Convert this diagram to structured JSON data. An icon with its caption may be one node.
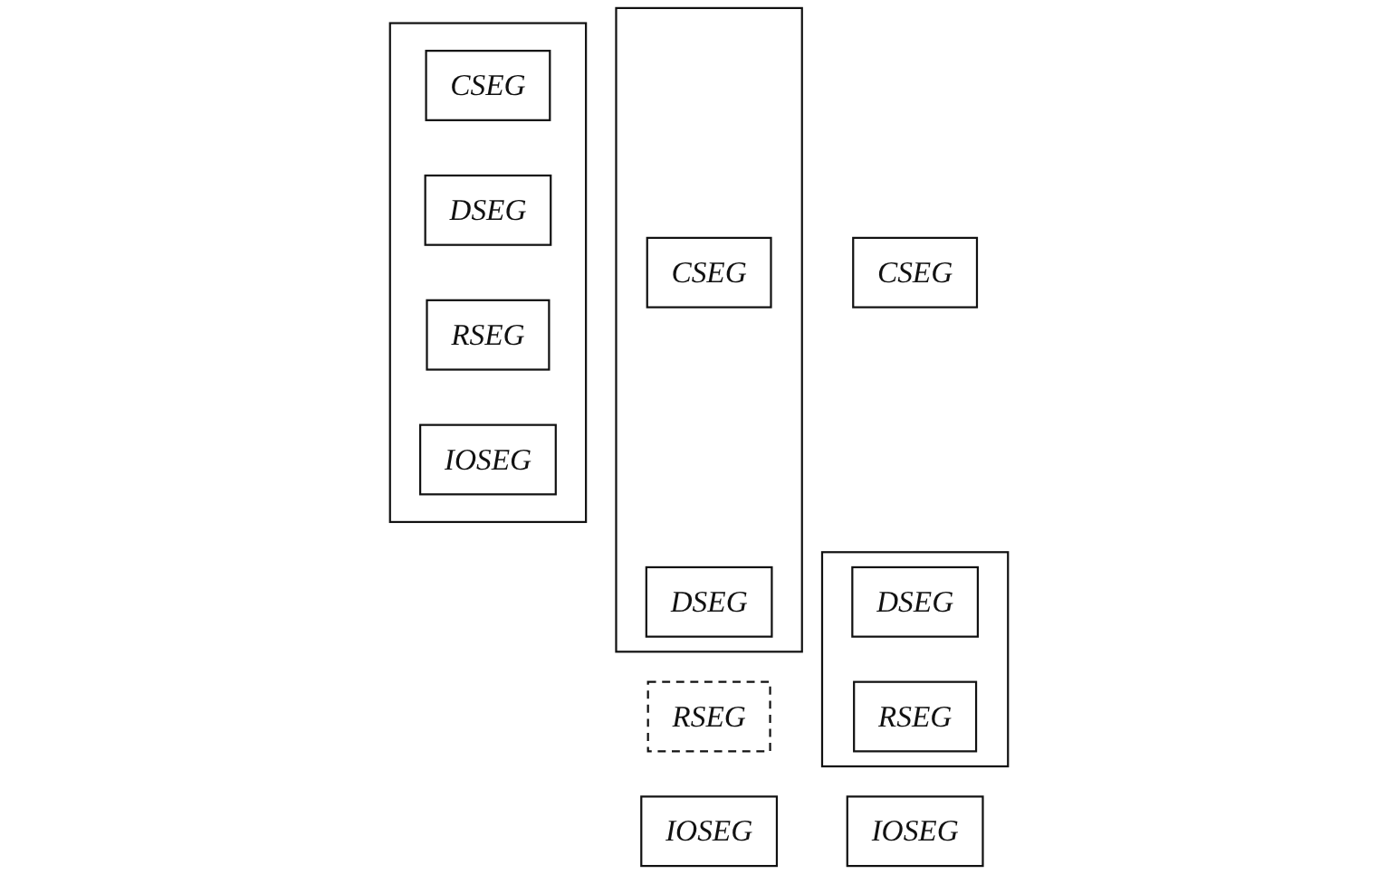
{
  "diagram": {
    "nodes": [
      {
        "text": [],
        "shape": "box"
      },
      {
        "text": [
          "CSEG"
        ],
        "in": 0
      },
      {
        "text": [
          "DSEG"
        ],
        "in": 0
      },
      {
        "text": [
          "RSEG"
        ]
      },
      {
        "text": [
          "IOSEG"
        ]
      },
      {
        "text": [],
        "shape": "box"
      },
      {
        "text": [
          "CSEG"
        ],
        "in": 5
      },
      {
        "text": [
          "DSEG"
        ],
        "in": 5
      },
      {
        "text": [
          "RSEG"
        ],
        "in": 5
      },
      {
        "text": [
          "IOSEG"
        ],
        "in": 5
      },
      {
        "text": [
          "CSEG"
        ]
      },
      {
        "text": [],
        "shape": "box"
      },
      {
        "text": [
          "DSEG"
        ],
        "in": 11
      },
      {
        "text": [
          "RSEG"
        ],
        "in": 11
      },
      {
        "text": [
          "IOSEG"
        ]
      }
    ],
    "edges": []
  }
}
